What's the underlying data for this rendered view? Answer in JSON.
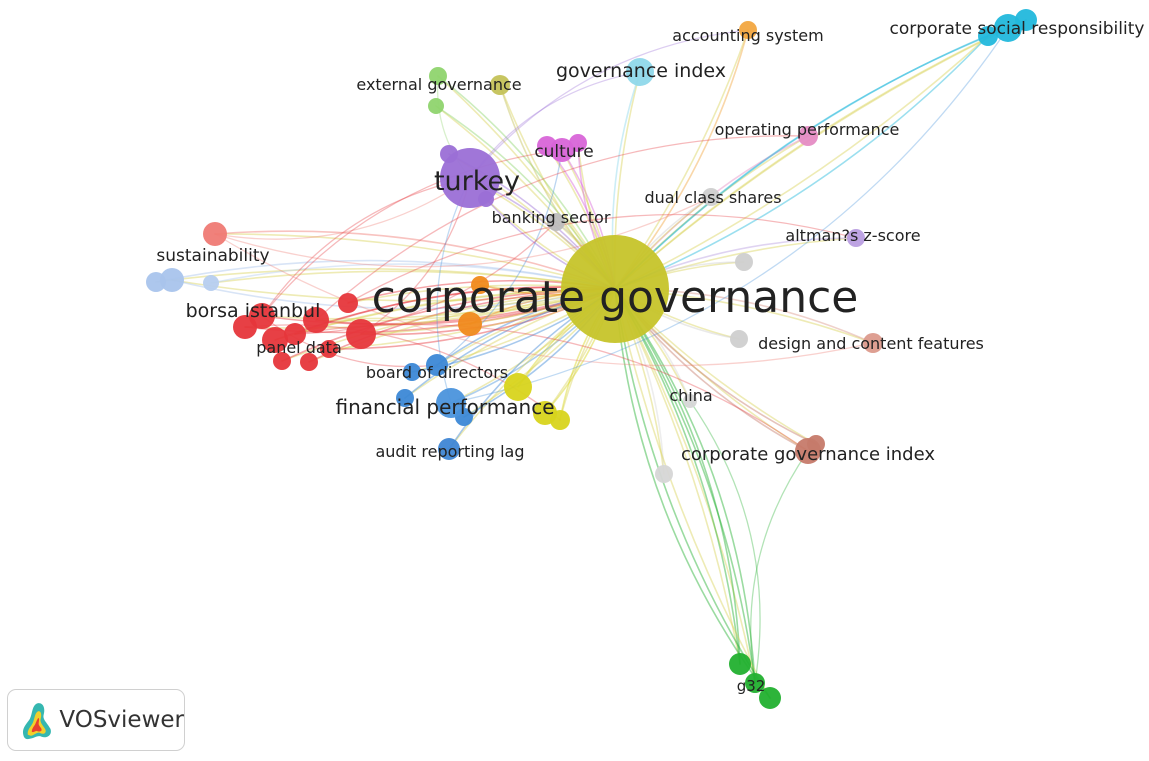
{
  "app": {
    "name": "VOSviewer"
  },
  "network": {
    "type": "co-occurrence map",
    "hub": "corporate governance",
    "nodes": [
      {
        "id": "corporate_governance",
        "label": "corporate governance",
        "cluster": "yellow",
        "color": "#c6c42a"
      },
      {
        "id": "turkey",
        "label": "turkey",
        "cluster": "purple",
        "color": "#9b6fd6"
      },
      {
        "id": "governance_index",
        "label": "governance index",
        "cluster": "lightblue",
        "color": "#8fd8ea"
      },
      {
        "id": "accounting_system",
        "label": "accounting system",
        "cluster": "orange",
        "color": "#f2a640"
      },
      {
        "id": "corporate_social_responsibility",
        "label": "corporate social responsibility",
        "cluster": "cyan",
        "color": "#22b8dc"
      },
      {
        "id": "external_governance",
        "label": "external governance",
        "cluster": "green",
        "color": "#8fd46e"
      },
      {
        "id": "operating_performance",
        "label": "operating performance",
        "cluster": "pink",
        "color": "#e58cc4"
      },
      {
        "id": "culture",
        "label": "culture",
        "cluster": "magenta",
        "color": "#d865d8"
      },
      {
        "id": "dual_class_shares",
        "label": "dual class shares",
        "cluster": "grey",
        "color": "#cfcfcf"
      },
      {
        "id": "banking_sector",
        "label": "banking sector",
        "cluster": "grey",
        "color": "#bdbdbd"
      },
      {
        "id": "altmans_z_score",
        "label": "altman?s z-score",
        "cluster": "lavender",
        "color": "#b99ee0"
      },
      {
        "id": "sustainability",
        "label": "sustainability",
        "cluster": "salmon",
        "color": "#ef7a74"
      },
      {
        "id": "borsa_istanbul",
        "label": "borsa istanbul",
        "cluster": "red",
        "color": "#e6363b"
      },
      {
        "id": "panel_data",
        "label": "panel data",
        "cluster": "red",
        "color": "#e6363b"
      },
      {
        "id": "design_and_content_features",
        "label": "design and content features",
        "cluster": "rosybrown",
        "color": "#dc9a8c"
      },
      {
        "id": "board_of_directors",
        "label": "board of directors",
        "cluster": "blue",
        "color": "#3c88d6"
      },
      {
        "id": "financial_performance",
        "label": "financial performance",
        "cluster": "blue",
        "color": "#4b94dc"
      },
      {
        "id": "audit_reporting_lag",
        "label": "audit reporting lag",
        "cluster": "blue",
        "color": "#3f86d4"
      },
      {
        "id": "china",
        "label": "china",
        "cluster": "grey",
        "color": "#d6d6d6"
      },
      {
        "id": "corporate_governance_index",
        "label": "corporate governance index",
        "cluster": "brown",
        "color": "#c67a6a"
      },
      {
        "id": "g32",
        "label": "g32",
        "cluster": "darkgreen",
        "color": "#22b02f"
      }
    ],
    "unlabeled_nodes": [
      {
        "cluster": "green",
        "color": "#8fd46e"
      },
      {
        "cluster": "olive",
        "color": "#c4c259"
      },
      {
        "cluster": "purple",
        "color": "#9b6fd6"
      },
      {
        "cluster": "purple",
        "color": "#9b6fd6"
      },
      {
        "cluster": "lightsteelblue",
        "color": "#a9c4ec"
      },
      {
        "cluster": "lightsteelblue",
        "color": "#a9c4ec"
      },
      {
        "cluster": "lightsteelblue",
        "color": "#b6ceef"
      },
      {
        "cluster": "red",
        "color": "#e6363b"
      },
      {
        "cluster": "red",
        "color": "#e6363b"
      },
      {
        "cluster": "red",
        "color": "#e6363b"
      },
      {
        "cluster": "red",
        "color": "#e6363b"
      },
      {
        "cluster": "red",
        "color": "#e6363b"
      },
      {
        "cluster": "red",
        "color": "#e6363b"
      },
      {
        "cluster": "red",
        "color": "#e6363b"
      },
      {
        "cluster": "red",
        "color": "#e6363b"
      },
      {
        "cluster": "orange",
        "color": "#f08a1c"
      },
      {
        "cluster": "orange",
        "color": "#f08a1c"
      },
      {
        "cluster": "blue",
        "color": "#3c88d6"
      },
      {
        "cluster": "blue",
        "color": "#3c88d6"
      },
      {
        "cluster": "blue",
        "color": "#3c88d6"
      },
      {
        "cluster": "yellow",
        "color": "#d8d41c"
      },
      {
        "cluster": "yellow",
        "color": "#d8d41c"
      },
      {
        "cluster": "yellow",
        "color": "#d8d41c"
      },
      {
        "cluster": "grey",
        "color": "#cfcfcf"
      },
      {
        "cluster": "grey",
        "color": "#cfcfcf"
      },
      {
        "cluster": "grey",
        "color": "#d6d6d6"
      },
      {
        "cluster": "cyan",
        "color": "#22b8dc"
      },
      {
        "cluster": "cyan",
        "color": "#22b8dc"
      },
      {
        "cluster": "magenta",
        "color": "#d865d8"
      },
      {
        "cluster": "magenta",
        "color": "#d865d8"
      },
      {
        "cluster": "brown",
        "color": "#c67a6a"
      },
      {
        "cluster": "darkgreen",
        "color": "#22b02f"
      },
      {
        "cluster": "darkgreen",
        "color": "#22b02f"
      }
    ],
    "edge_color": "#d9d25a"
  }
}
